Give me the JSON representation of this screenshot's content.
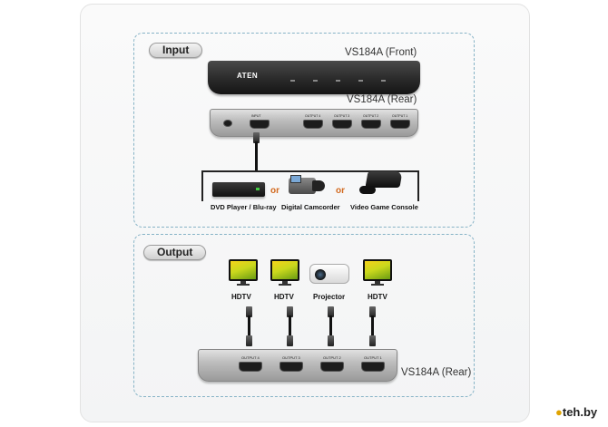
{
  "input": {
    "section_label": "Input",
    "front_label": "VS184A (Front)",
    "rear_label": "VS184A (Rear)",
    "front_brand": "ATEN",
    "rear_ports": [
      {
        "label": "INPUT",
        "kind": "input"
      },
      {
        "label": "OUTPUT 4"
      },
      {
        "label": "OUTPUT 3"
      },
      {
        "label": "OUTPUT 2"
      },
      {
        "label": "OUTPUT 1"
      }
    ],
    "sources": [
      {
        "label": "DVD Player / Blu-ray",
        "icon": "dvd-player-icon"
      },
      {
        "label": "Digital Camcorder",
        "icon": "camcorder-icon"
      },
      {
        "label": "Video Game Console",
        "icon": "game-console-icon"
      }
    ],
    "separator": "or"
  },
  "output": {
    "section_label": "Output",
    "displays": [
      {
        "label": "HDTV",
        "icon": "hdtv-icon"
      },
      {
        "label": "HDTV",
        "icon": "hdtv-icon"
      },
      {
        "label": "Projector",
        "icon": "projector-icon"
      },
      {
        "label": "HDTV",
        "icon": "hdtv-icon"
      }
    ],
    "rear_label": "VS184A (Rear)",
    "rear_ports": [
      "OUTPUT 4",
      "OUTPUT 3",
      "OUTPUT 2",
      "OUTPUT 1"
    ]
  },
  "watermark": {
    "prefix": "",
    "text": "teh.by"
  },
  "colors": {
    "dashed_border": "#86b3c6",
    "or_text": "#d2691e",
    "screen": "#c9d81d"
  }
}
